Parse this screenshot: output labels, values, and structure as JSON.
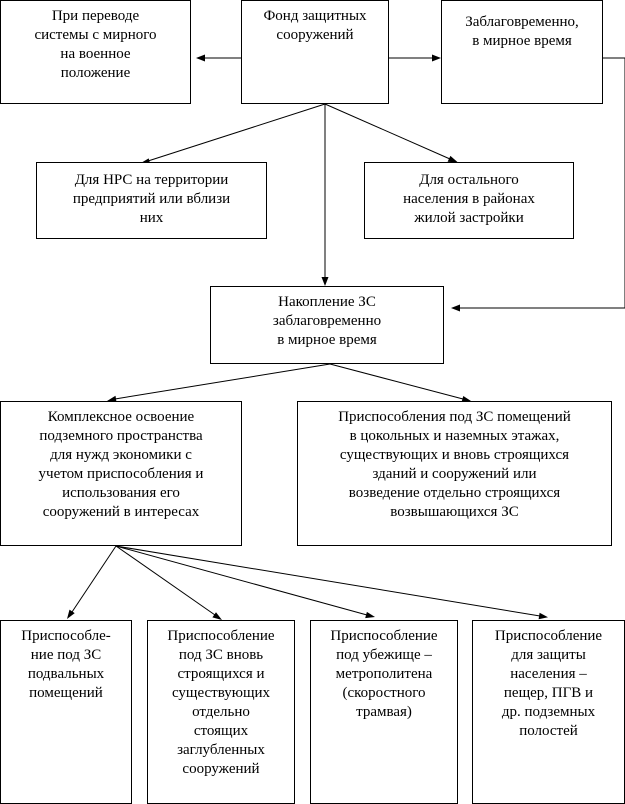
{
  "nodes": {
    "n_wartime": {
      "text": "При переводе\nсистемы с мирного\nна военное\nположение"
    },
    "n_fund": {
      "text": "Фонд защитных\nсооружений"
    },
    "n_advance": {
      "text": "Заблаговременно,\nв мирное время"
    },
    "n_nrs": {
      "text": "Для НРС на территории\nпредприятий или вблизи\nних"
    },
    "n_population": {
      "text": "Для остального\nнаселения в районах\nжилой застройки"
    },
    "n_accumulation": {
      "text": "Накопление ЗС\nзаблаговременно\nв мирное время"
    },
    "n_complex": {
      "text": "Комплексное освоение\nподземного пространства\nдля нужд экономики с\nучетом приспособления и\nиспользования его\nсооружений в интересах"
    },
    "n_adapt_premises": {
      "text": "Приспособления под ЗС помещений\nв цокольных и наземных этажах,\nсуществующих и вновь строящихся\nзданий и сооружений или\nвозведение отдельно строящихся\nвозвышающихся ЗС"
    },
    "n_basement": {
      "text": "Приспособле-\nние под ЗС\nподвальных\nпомещений"
    },
    "n_buried": {
      "text": "Приспособление\nпод ЗС вновь\nстроящихся и\nсуществующих\nотдельно\nстоящих\nзаглубленных\nсооружений"
    },
    "n_metro": {
      "text": "Приспособление\nпод убежище –\nметрополитена\n(скоростного\nтрамвая)"
    },
    "n_caves": {
      "text": "Приспособление\nдля защиты\nнаселения –\nпещер, ПГВ и\nдр. подземных\nполостей"
    }
  }
}
